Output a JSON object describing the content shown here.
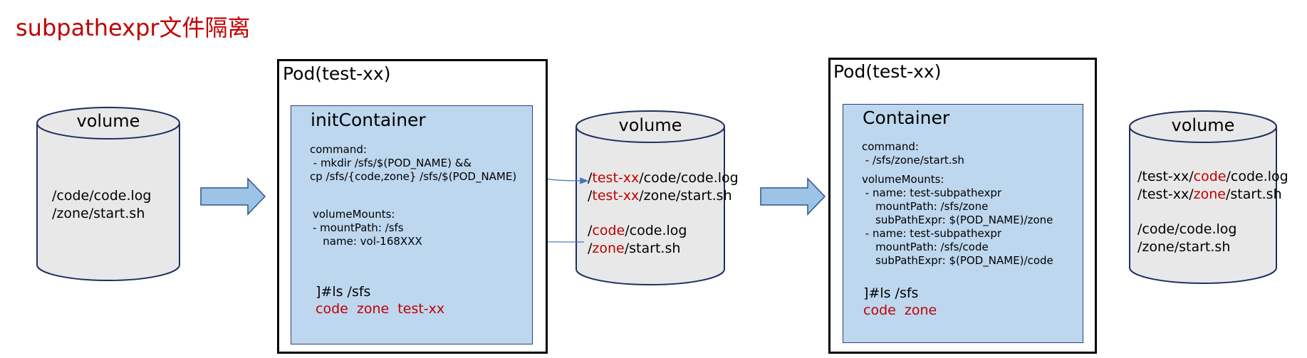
{
  "title": "subpathexpr文件隔离",
  "volumes": {
    "left": {
      "label": "volume",
      "lines": [
        "/code/code.log",
        "/zone/start.sh"
      ]
    },
    "middle": {
      "label": "volume",
      "lines": [
        [
          {
            "t": "/"
          },
          {
            "t": "test-xx",
            "red": true
          },
          {
            "t": "/code/code.log"
          }
        ],
        [
          {
            "t": "/"
          },
          {
            "t": "test-xx",
            "red": true
          },
          {
            "t": "/zone/start.sh"
          }
        ],
        [
          {
            "t": "/"
          },
          {
            "t": "code",
            "red": true
          },
          {
            "t": "/code.log"
          }
        ],
        [
          {
            "t": "/"
          },
          {
            "t": "zone",
            "red": true
          },
          {
            "t": "/start.sh"
          }
        ]
      ]
    },
    "right": {
      "label": "volume",
      "lines": [
        [
          {
            "t": "/test-xx/"
          },
          {
            "t": "code",
            "red": true
          },
          {
            "t": "/code.log"
          }
        ],
        [
          {
            "t": "/test-xx/"
          },
          {
            "t": "zone",
            "red": true
          },
          {
            "t": "/start.sh"
          }
        ],
        [
          {
            "t": "/code/code.log"
          }
        ],
        [
          {
            "t": "/zone/start.sh"
          }
        ]
      ]
    }
  },
  "pod1": {
    "label": "Pod(test-xx)",
    "container": {
      "name": "initContainer",
      "command": "command:\n - mkdir /sfs/$(POD_NAME) &&\ncp /sfs/{code,zone} /sfs/$(POD_NAME)",
      "volume_mounts": "volumeMounts:\n- mountPath: /sfs\n   name: vol-168XXX",
      "ls_cmd": "]#ls /sfs",
      "ls_output": "code  zone  test-xx"
    }
  },
  "pod2": {
    "label": "Pod(test-xx)",
    "container": {
      "name": "Container",
      "command": "command:\n - /sfs/zone/start.sh",
      "volume_mounts": "volumeMounts:\n - name: test-subpathexpr\n    mountPath: /sfs/zone\n    subPathExpr: $(POD_NAME)/zone\n - name: test-subpathexpr\n    mountPath: /sfs/code\n    subPathExpr: $(POD_NAME)/code",
      "ls_cmd": "]#ls /sfs",
      "ls_output": "code  zone"
    }
  },
  "colors": {
    "title": "#c00000",
    "highlight": "#c00000",
    "container_fill": "#bdd7ee",
    "cylinder_fill": "#e8e8e8",
    "flow_arrow": "#9dc3e6",
    "link_arrow": "#4472c4"
  }
}
